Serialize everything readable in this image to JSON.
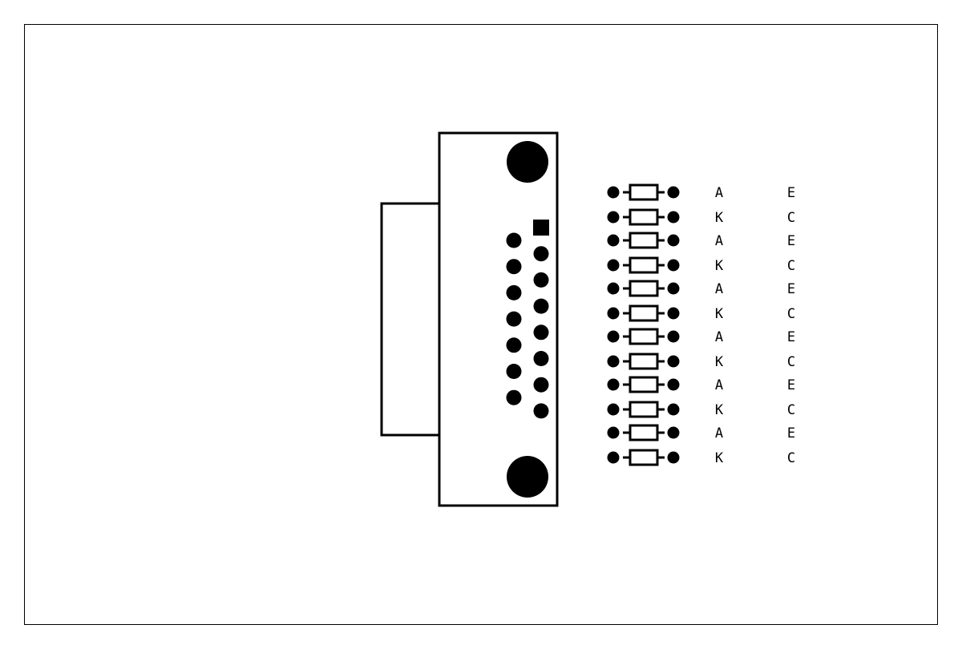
{
  "colors": {
    "ink": "#000000",
    "paper": "#ffffff"
  },
  "connector": {
    "pin1_shape": "square",
    "top_row_pin_count": 8,
    "bottom_row_pin_count": 7,
    "mounting_holes": 2
  },
  "resistor_rows": [
    {
      "a_label": "A",
      "b_label": "E"
    },
    {
      "a_label": "K",
      "b_label": "C"
    },
    {
      "a_label": "A",
      "b_label": "E"
    },
    {
      "a_label": "K",
      "b_label": "C"
    },
    {
      "a_label": "A",
      "b_label": "E"
    },
    {
      "a_label": "K",
      "b_label": "C"
    },
    {
      "a_label": "A",
      "b_label": "E"
    },
    {
      "a_label": "K",
      "b_label": "C"
    },
    {
      "a_label": "A",
      "b_label": "E"
    },
    {
      "a_label": "K",
      "b_label": "C"
    },
    {
      "a_label": "A",
      "b_label": "E"
    },
    {
      "a_label": "K",
      "b_label": "C"
    }
  ]
}
